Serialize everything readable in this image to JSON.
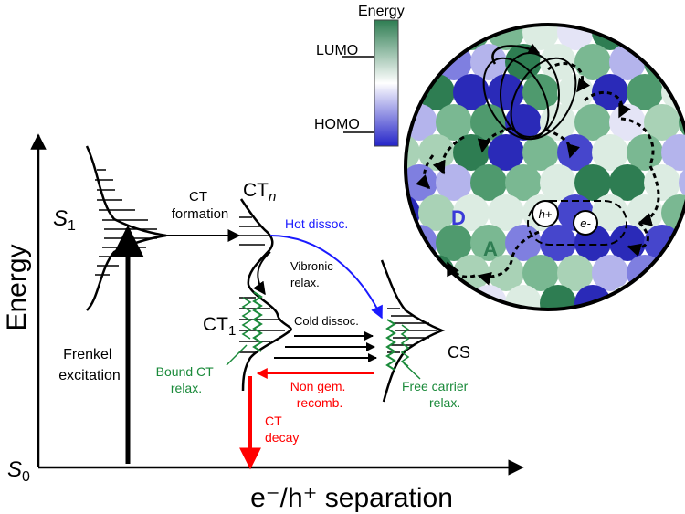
{
  "colorbar": {
    "title": "Energy",
    "lumo": "LUMO",
    "homo": "HOMO",
    "top_color": "#2e7d52",
    "mid_color": "#ffffff",
    "bottom_color": "#2424c8"
  },
  "axes": {
    "y_label": "Energy",
    "x_label": "e⁻/h⁺ separation",
    "origin_label": "S",
    "origin_sub": "0"
  },
  "states": {
    "s1": {
      "main": "S",
      "sub": "1"
    },
    "ctn": {
      "main": "CT",
      "sub": "n"
    },
    "ct1": {
      "main": "CT",
      "sub": "1"
    },
    "cs": "CS"
  },
  "processes": {
    "ct_formation": [
      "CT",
      "formation"
    ],
    "hot_dissoc": "Hot dissoc.",
    "vibronic": [
      "Vibronic",
      "relax."
    ],
    "cold_dissoc": "Cold dissoc.",
    "non_gem": [
      "Non gem.",
      "recomb."
    ],
    "frenkel": [
      "Frenkel",
      "excitation"
    ],
    "bound_ct": [
      "Bound CT",
      "relax."
    ],
    "free_carrier": [
      "Free carrier",
      "relax."
    ],
    "ct_decay": [
      "CT",
      "decay"
    ]
  },
  "morphology": {
    "donor": "D",
    "acceptor": "A",
    "hole": "h+",
    "electron": "e-"
  },
  "colors": {
    "blue": "#1a1aff",
    "red": "#ff0000",
    "green": "#1a8a3a",
    "donor": "#3a3ad8",
    "acceptor": "#2e7d52"
  }
}
